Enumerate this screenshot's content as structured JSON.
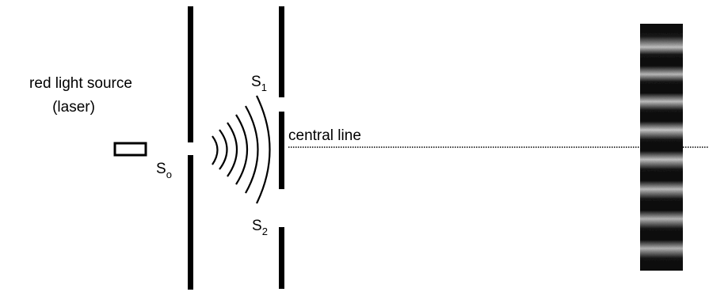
{
  "labels": {
    "source_line1": "red light source",
    "source_line2": "(laser)",
    "slit_s0": "S",
    "slit_s0_sub": "o",
    "slit_s1": "S",
    "slit_s1_sub": "1",
    "slit_s2": "S",
    "slit_s2_sub": "2",
    "central_line": "central line"
  },
  "interference_pattern": {
    "bright_fringe_count": 8
  },
  "colors": {
    "ink": "#000000",
    "background": "#ffffff"
  }
}
